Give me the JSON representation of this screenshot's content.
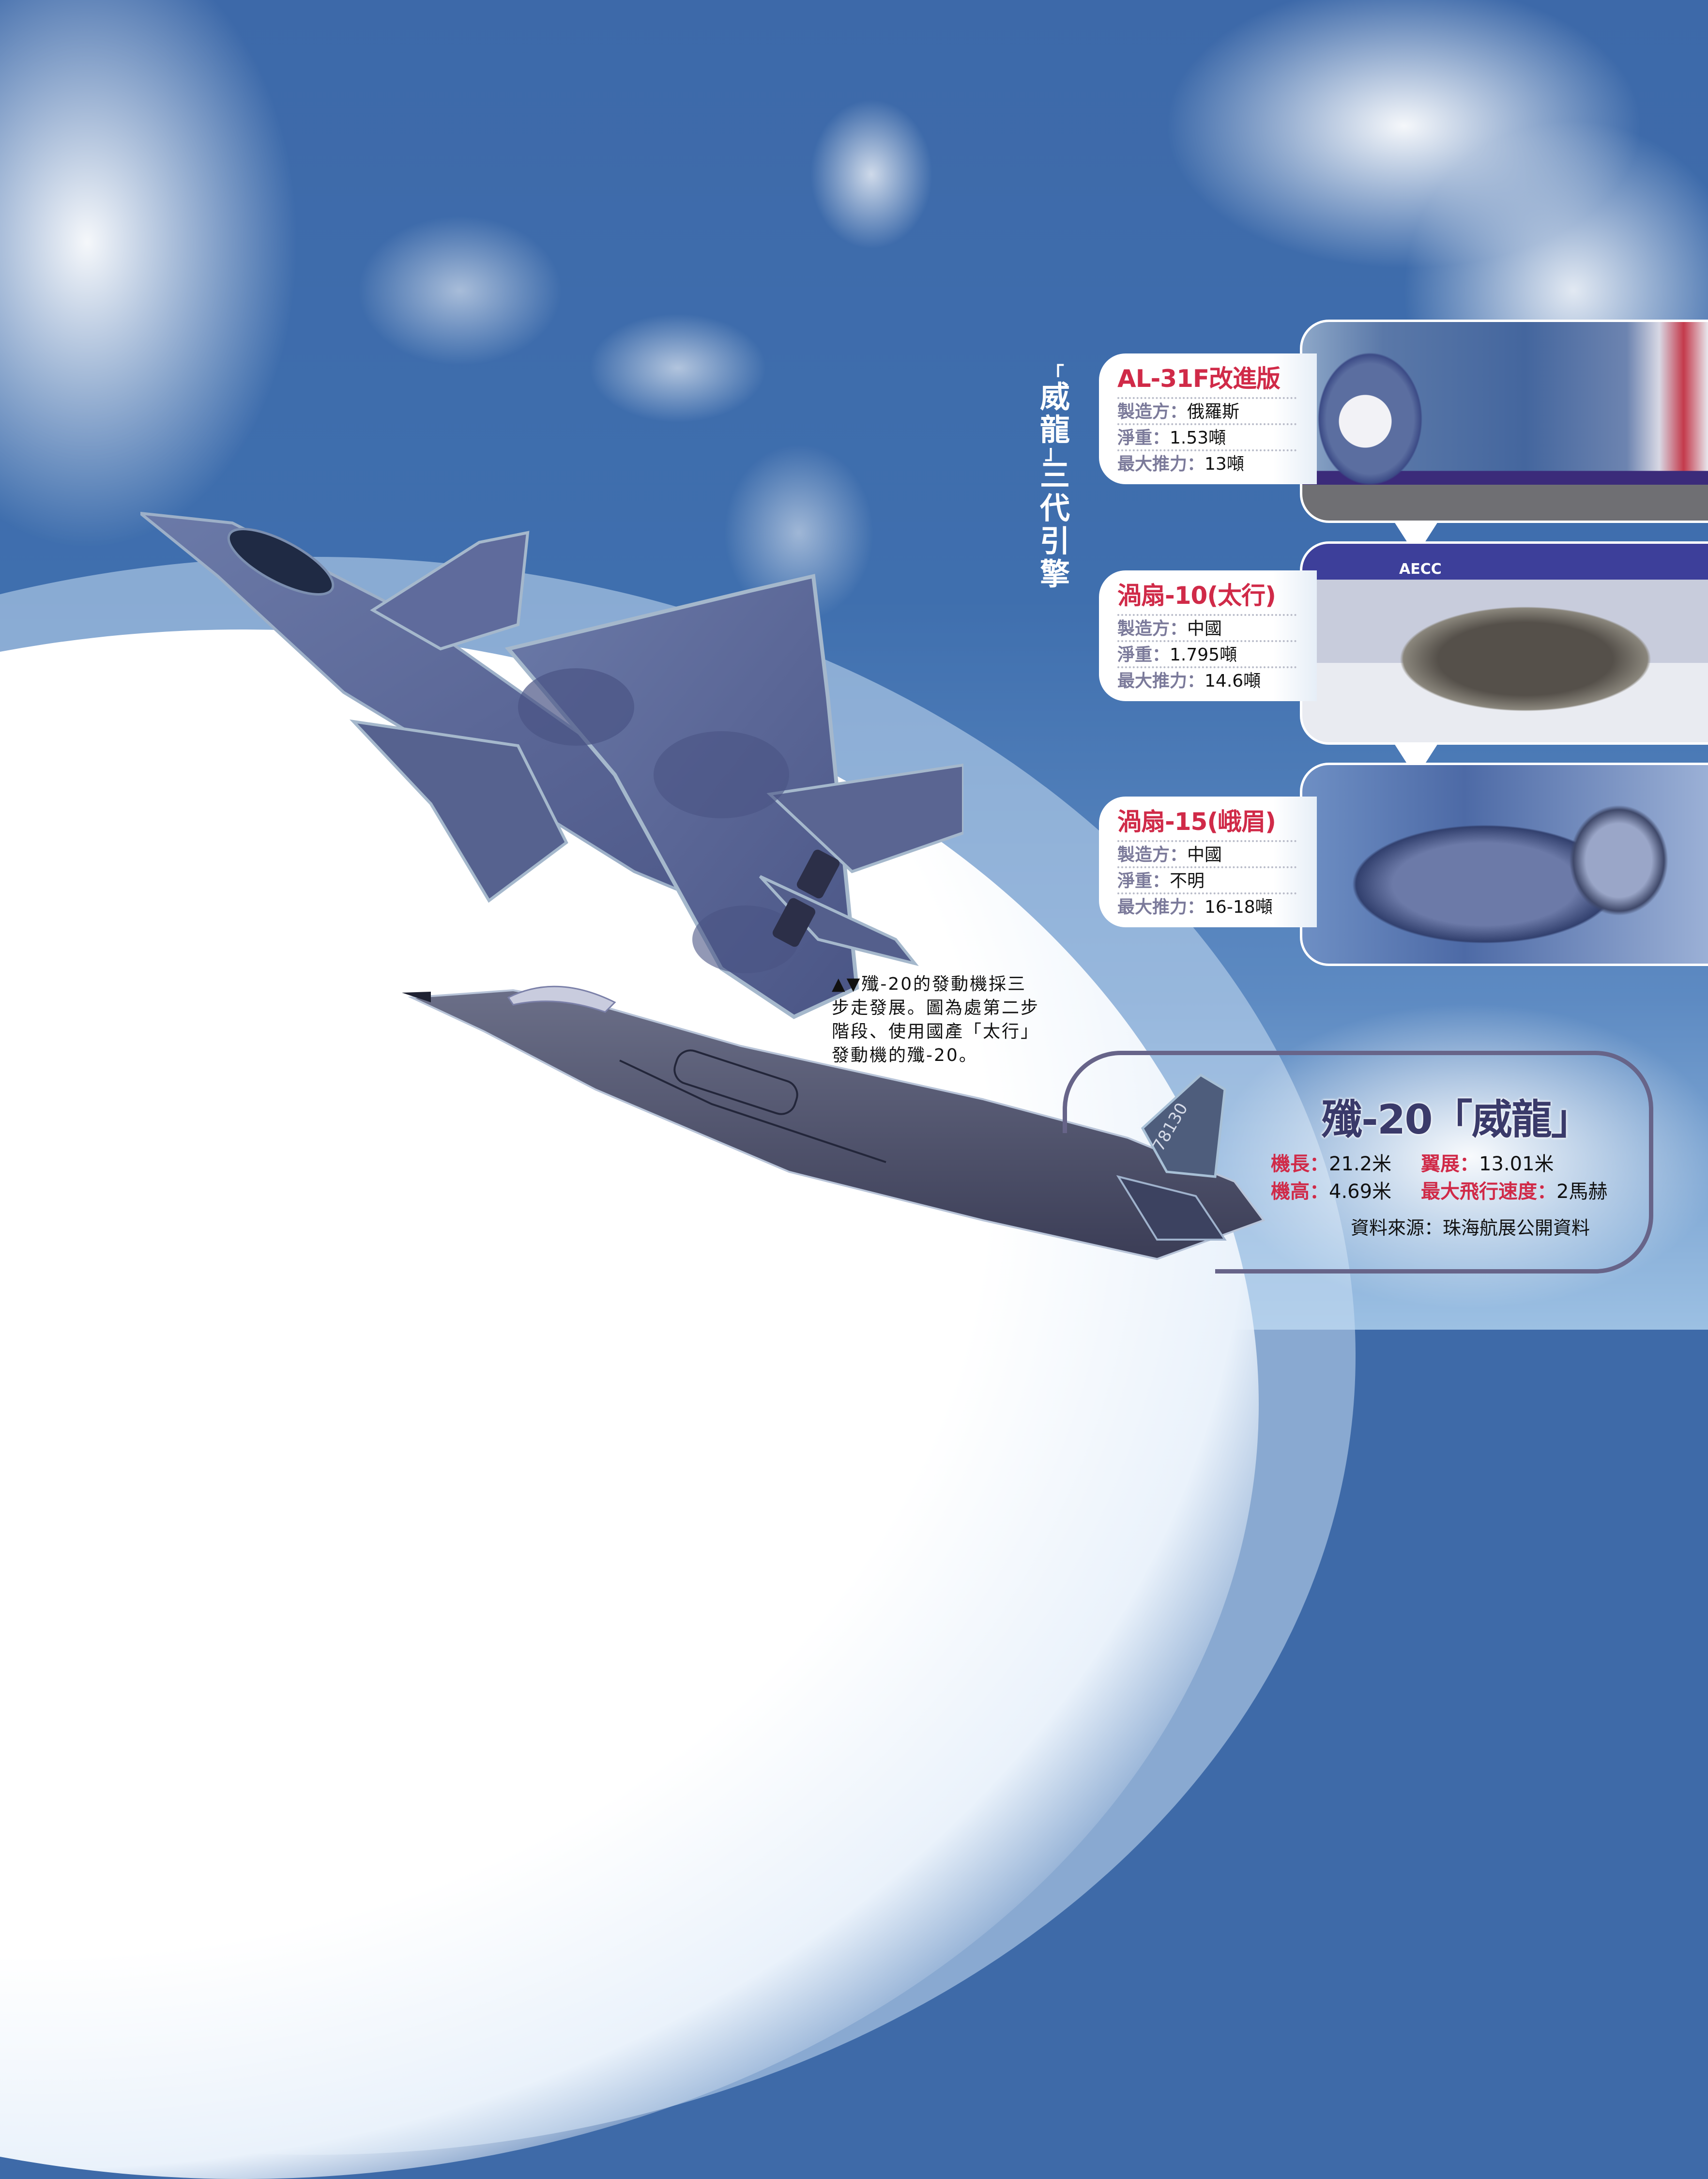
{
  "graphic": {
    "vertical_title": [
      "「",
      "威",
      "龍",
      "」",
      "三",
      "代",
      "引",
      "擎"
    ],
    "vertical_title_text": "「威龍」三代引擎"
  },
  "engines": [
    {
      "name": "AL-31F改進版",
      "rows": [
        {
          "label": "製造方：",
          "value": "俄羅斯"
        },
        {
          "label": "淨重：",
          "value": "1.53噸"
        },
        {
          "label": "最大推力：",
          "value": "13噸"
        }
      ],
      "photo": "al31f-engine-photo"
    },
    {
      "name": "渦扇-10(太行)",
      "rows": [
        {
          "label": "製造方：",
          "value": "中國"
        },
        {
          "label": "淨重：",
          "value": "1.795噸"
        },
        {
          "label": "最大推力：",
          "value": "14.6噸"
        }
      ],
      "photo": "ws10-engine-photo",
      "photo_sign": "AECC"
    },
    {
      "name": "渦扇-15(峨眉)",
      "rows": [
        {
          "label": "製造方：",
          "value": "中國"
        },
        {
          "label": "淨重：",
          "value": "不明"
        },
        {
          "label": "最大推力：",
          "value": "16-18噸"
        }
      ],
      "photo": "ws15-engine-photo"
    }
  ],
  "caption": {
    "lines": [
      "▲▼殲-20的發動機採三",
      "步走發展。圖為處第二步",
      "階段、使用國產「太行」",
      "發動機的殲-20。"
    ]
  },
  "spec_box": {
    "title": "殲-20「威龍」",
    "specs": [
      {
        "label": "機長：",
        "value": "21.2米"
      },
      {
        "label": "翼展：",
        "value": "13.01米"
      },
      {
        "label": "機高：",
        "value": "4.69米"
      },
      {
        "label": "最大飛行速度：",
        "value": "2馬赫"
      }
    ],
    "source": "資料來源：珠海航展公開資料"
  },
  "aircraft": {
    "tail_number": "78130"
  },
  "colors": {
    "heading_red": "#d02a48",
    "label_gray": "#7b7a9a",
    "title_navy": "#3a3a6a",
    "frame_purple": "#676489",
    "sky_blue": "#3e6aa8"
  }
}
